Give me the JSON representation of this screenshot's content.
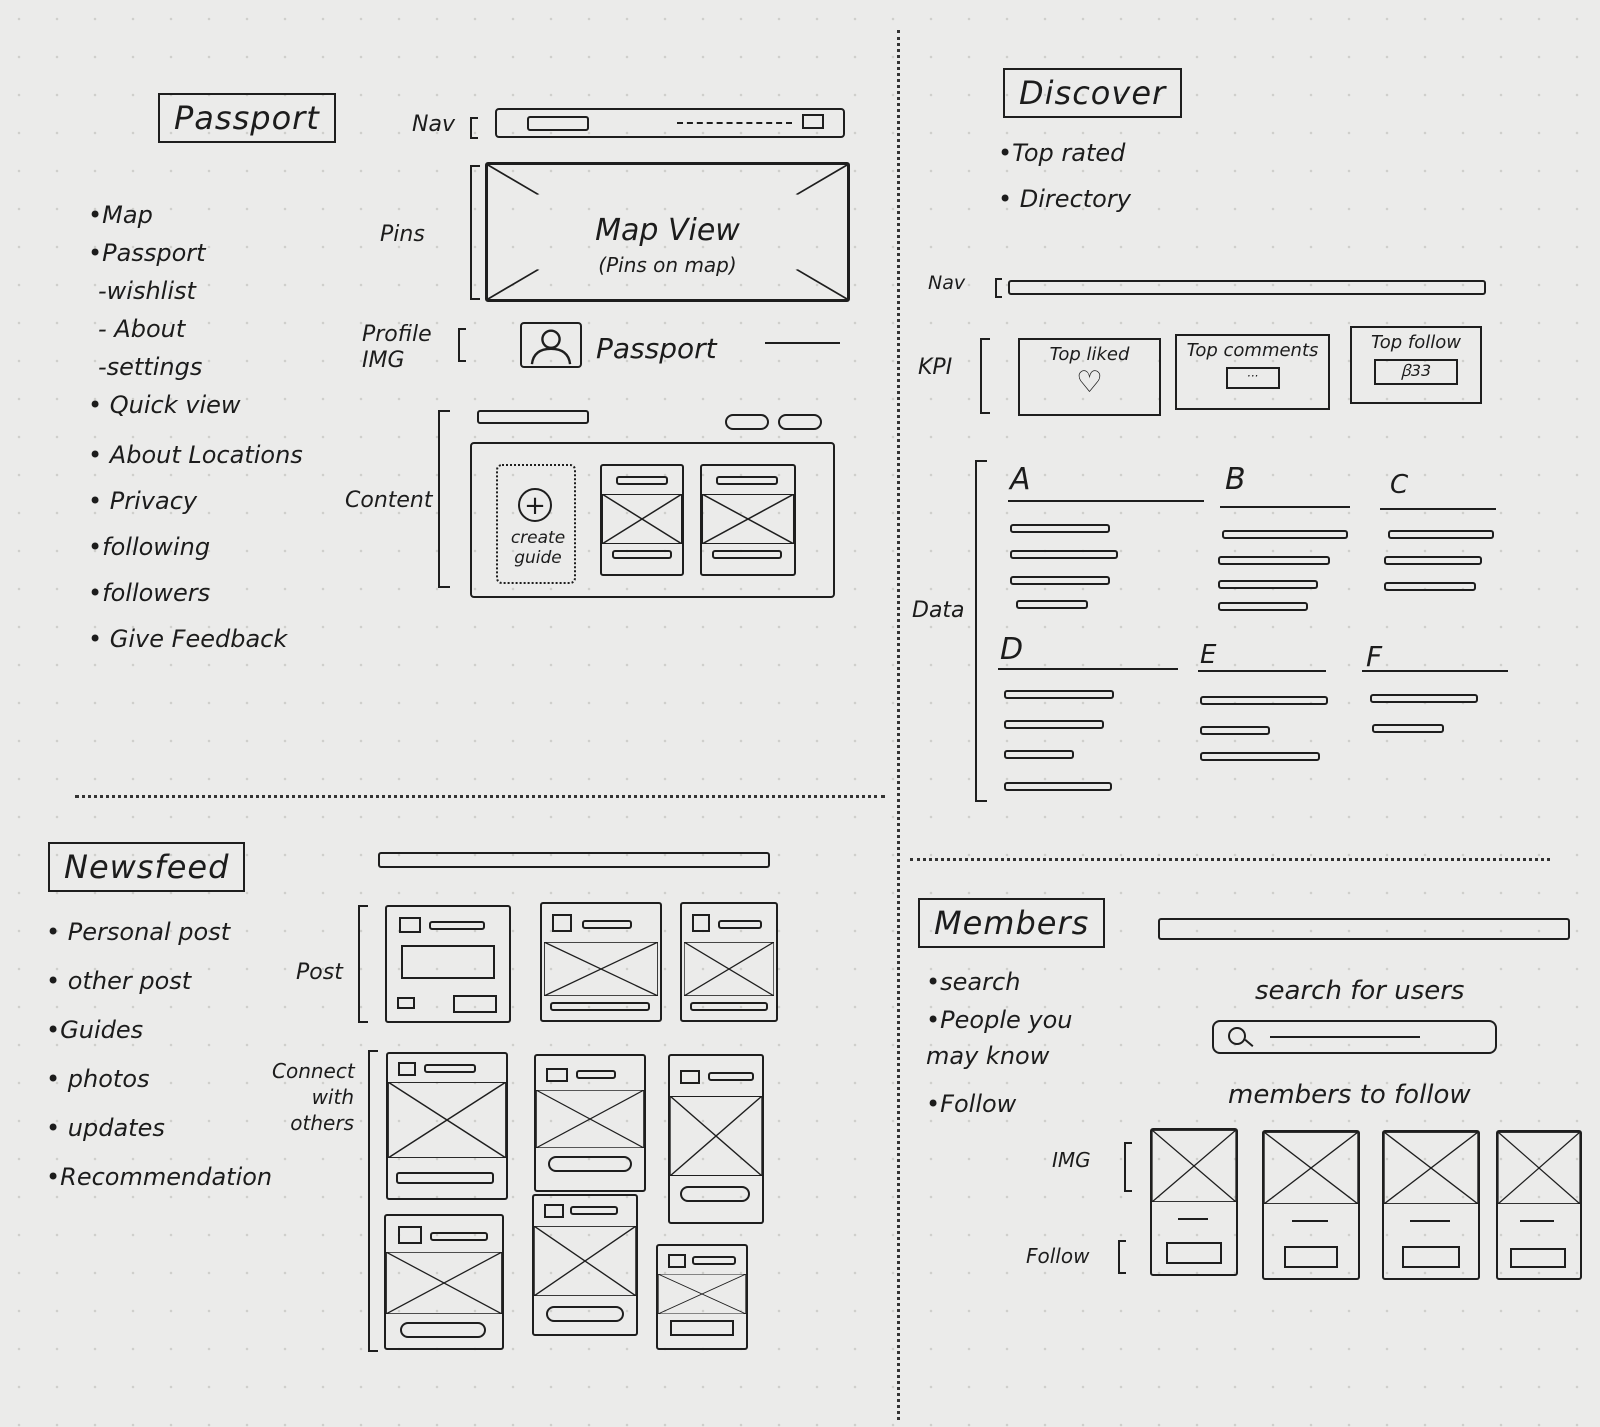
{
  "passport": {
    "title": "Passport",
    "items": [
      "•Map",
      "•Passport",
      "-wishlist",
      "- About",
      "-settings",
      "• Quick view",
      "• About Locations",
      "• Privacy",
      "•following",
      "•followers",
      "• Give Feedback"
    ],
    "labels": {
      "nav": "Nav",
      "pins": "Pins",
      "profile_img": "Profile IMG",
      "content": "Content"
    },
    "map_title": "Map View",
    "map_subtitle": "(Pins on map)",
    "profile_name": "Passport",
    "create_guide": "create guide"
  },
  "discover": {
    "title": "Discover",
    "items": [
      "•Top rated",
      "• Directory"
    ],
    "labels": {
      "nav": "Nav",
      "kpi": "KPI",
      "data": "Data"
    },
    "kpis": [
      {
        "label": "Top liked",
        "icon": "heart-icon"
      },
      {
        "label": "Top comments",
        "icon": "comment-icon"
      },
      {
        "label": "Top follow",
        "icon": "people-icon"
      }
    ],
    "letters": [
      "A",
      "B",
      "C",
      "D",
      "E",
      "F"
    ]
  },
  "newsfeed": {
    "title": "Newsfeed",
    "items": [
      "• Personal post",
      "• other post",
      "•Guides",
      "• photos",
      "• updates",
      "•Recommendation"
    ],
    "labels": {
      "post": "Post",
      "connect": "Connect with others"
    }
  },
  "members": {
    "title": "Members",
    "items": [
      "•search",
      "•People you may know",
      "•Follow"
    ],
    "search_heading": "search for users",
    "follow_heading": "members to follow",
    "labels": {
      "img": "IMG",
      "follow": "Follow"
    }
  }
}
